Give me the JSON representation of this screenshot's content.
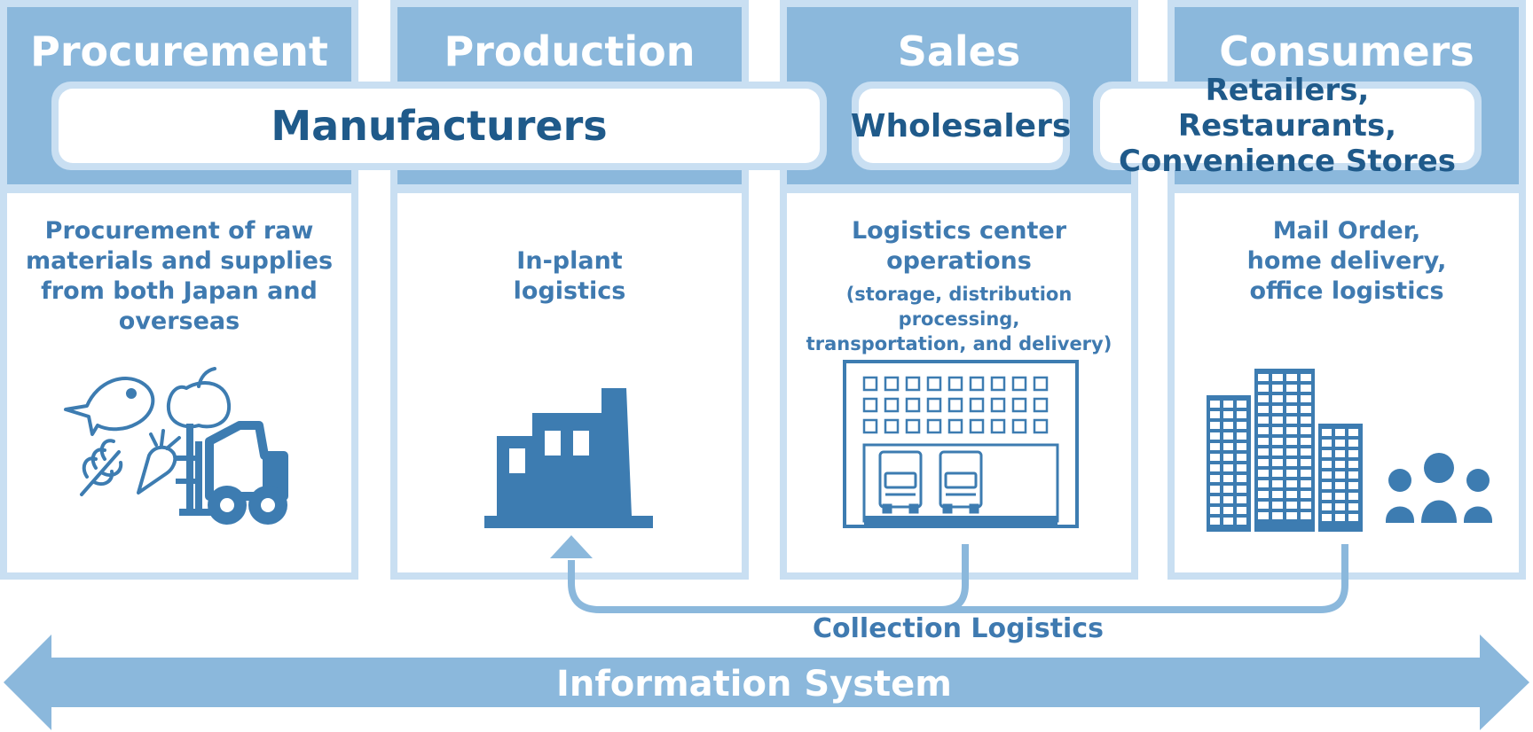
{
  "columns": [
    {
      "title": "Procurement",
      "desc": [
        "Procurement of raw",
        "materials and supplies",
        "from both Japan and",
        "overseas"
      ],
      "sub": []
    },
    {
      "title": "Production",
      "desc": [
        "In-plant",
        "logistics"
      ],
      "sub": []
    },
    {
      "title": "Sales",
      "desc": [
        "Logistics center",
        "operations"
      ],
      "sub": [
        "(storage, distribution processing,",
        "transportation, and delivery)"
      ]
    },
    {
      "title": "Consumers",
      "desc": [
        "Mail Order,",
        "home delivery,",
        "office logistics"
      ],
      "sub": []
    }
  ],
  "actors": {
    "manufacturers": "Manufacturers",
    "wholesalers": "Wholesalers",
    "retailers": [
      "Retailers, Restaurants,",
      "Convenience Stores"
    ]
  },
  "collection_label": "Collection Logistics",
  "info_system_label": "Information System",
  "colors": {
    "header": "#8bb8dc",
    "border": "#c9dff2",
    "icon": "#3d7cb1",
    "text_dark": "#1f5a8a",
    "text_mid": "#3f7ab0"
  }
}
